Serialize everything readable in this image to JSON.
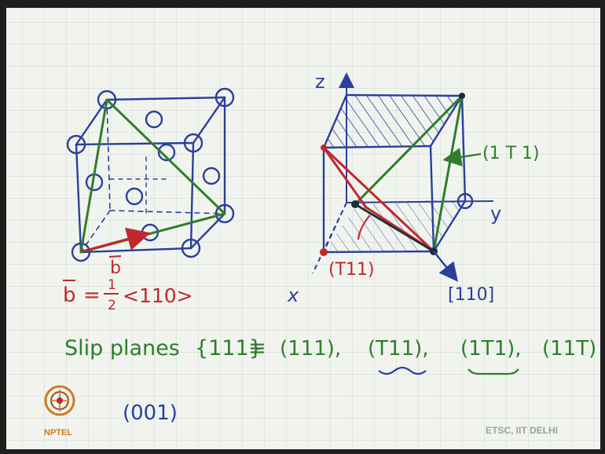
{
  "slide": {
    "left_cube_vector_label": "b",
    "burgers_vector_formula": {
      "lhs": "b",
      "equals": "=",
      "fraction_num": "1",
      "fraction_den": "2",
      "direction": "<110>"
    },
    "axis_z": "z",
    "axis_x": "x",
    "axis_y": "y",
    "plane_label_1t1": "(1 T 1)",
    "plane_label_t11": "(T11)",
    "direction_label_110": "[110]",
    "slip_planes_text": "Slip planes",
    "slip_planes_family": "{111}",
    "slip_planes_equiv": "≡",
    "slip_plane_items": [
      "(111),",
      "(T11),",
      "(1T1),",
      "(11T)"
    ],
    "bottom_plane_label": "(001)",
    "logo_text": "NPTEL",
    "watermark": "ETSC, IIT DELHI"
  },
  "colors": {
    "board": "#f1f4ee",
    "grid": "#cdd7cf",
    "blue_ink": "#2a3f9c",
    "green_ink": "#2f7d2b",
    "red_ink": "#c1272d",
    "watermark": "#9aa0a0"
  }
}
